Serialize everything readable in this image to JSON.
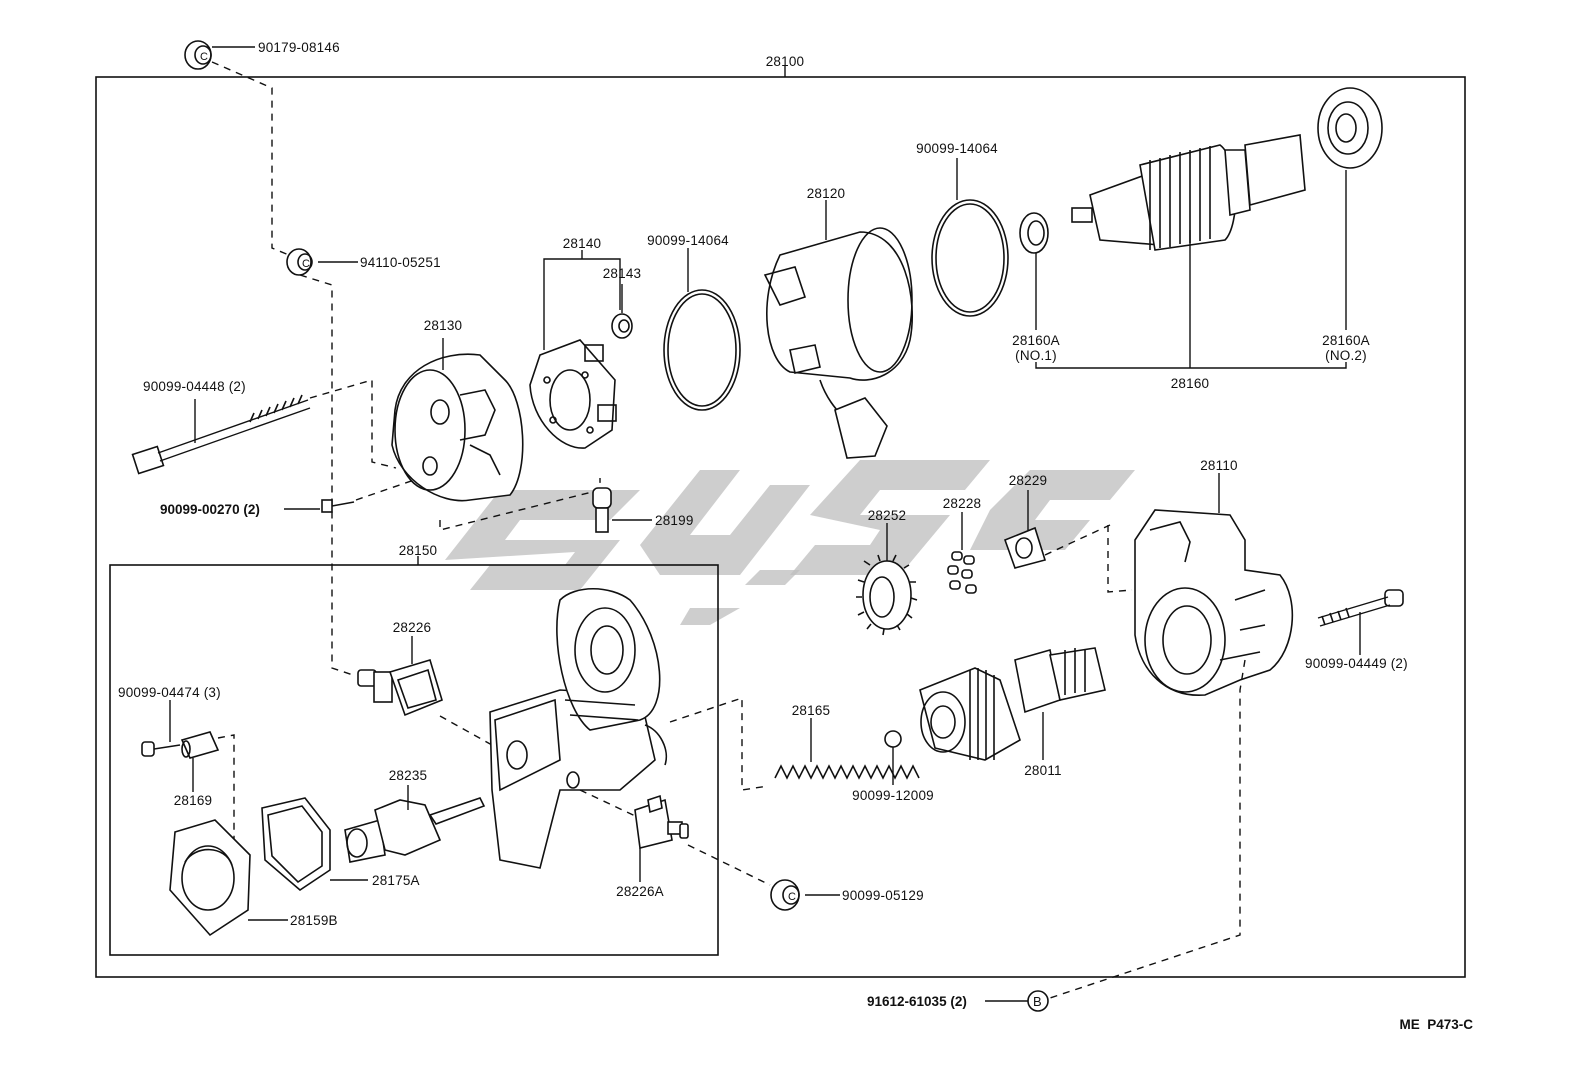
{
  "diagram": {
    "frame_code": "ME  P473-C",
    "watermark_text": "",
    "assembly": "28100",
    "sub_assembly": "28150",
    "callouts": [
      {
        "id": "p90179_08146",
        "text": "90179-08146",
        "bold": false
      },
      {
        "id": "p94110_05251",
        "text": "94110-05251",
        "bold": false
      },
      {
        "id": "p28130",
        "text": "28130",
        "bold": false
      },
      {
        "id": "p28140",
        "text": "28140",
        "bold": false
      },
      {
        "id": "p28143",
        "text": "28143",
        "bold": false
      },
      {
        "id": "p90099_14064a",
        "text": "90099-14064",
        "bold": false
      },
      {
        "id": "p28120",
        "text": "28120",
        "bold": false
      },
      {
        "id": "p90099_14064b",
        "text": "90099-14064",
        "bold": false
      },
      {
        "id": "p28160a1",
        "text": "28160A",
        "bold": false
      },
      {
        "id": "p28160a1n",
        "text": "(NO.1)",
        "bold": false
      },
      {
        "id": "p28160a2",
        "text": "28160A",
        "bold": false
      },
      {
        "id": "p28160a2n",
        "text": "(NO.2)",
        "bold": false
      },
      {
        "id": "p28160",
        "text": "28160",
        "bold": false
      },
      {
        "id": "p90099_04448",
        "text": "90099-04448 (2)",
        "bold": false
      },
      {
        "id": "p90099_00270",
        "text": "90099-00270 (2)",
        "bold": true
      },
      {
        "id": "p28199",
        "text": "28199",
        "bold": false
      },
      {
        "id": "p28252",
        "text": "28252",
        "bold": false
      },
      {
        "id": "p28228",
        "text": "28228",
        "bold": false
      },
      {
        "id": "p28229",
        "text": "28229",
        "bold": false
      },
      {
        "id": "p28110",
        "text": "28110",
        "bold": false
      },
      {
        "id": "p28226",
        "text": "28226",
        "bold": false
      },
      {
        "id": "p90099_04474",
        "text": "90099-04474 (3)",
        "bold": false
      },
      {
        "id": "p28169",
        "text": "28169",
        "bold": false
      },
      {
        "id": "p28235",
        "text": "28235",
        "bold": false
      },
      {
        "id": "p28175a",
        "text": "28175A",
        "bold": false
      },
      {
        "id": "p28159b",
        "text": "28159B",
        "bold": false
      },
      {
        "id": "p28226a",
        "text": "28226A",
        "bold": false
      },
      {
        "id": "p28165",
        "text": "28165",
        "bold": false
      },
      {
        "id": "p90099_12009",
        "text": "90099-12009",
        "bold": false
      },
      {
        "id": "p28011",
        "text": "28011",
        "bold": false
      },
      {
        "id": "p90099_04449",
        "text": "90099-04449 (2)",
        "bold": false
      },
      {
        "id": "p90099_05129",
        "text": "90099-05129",
        "bold": false
      },
      {
        "id": "p91612_61035",
        "text": "91612-61035 (2)",
        "bold": true
      }
    ],
    "symbols": {
      "nut_mark": "C",
      "bolt_mark": "B"
    }
  }
}
